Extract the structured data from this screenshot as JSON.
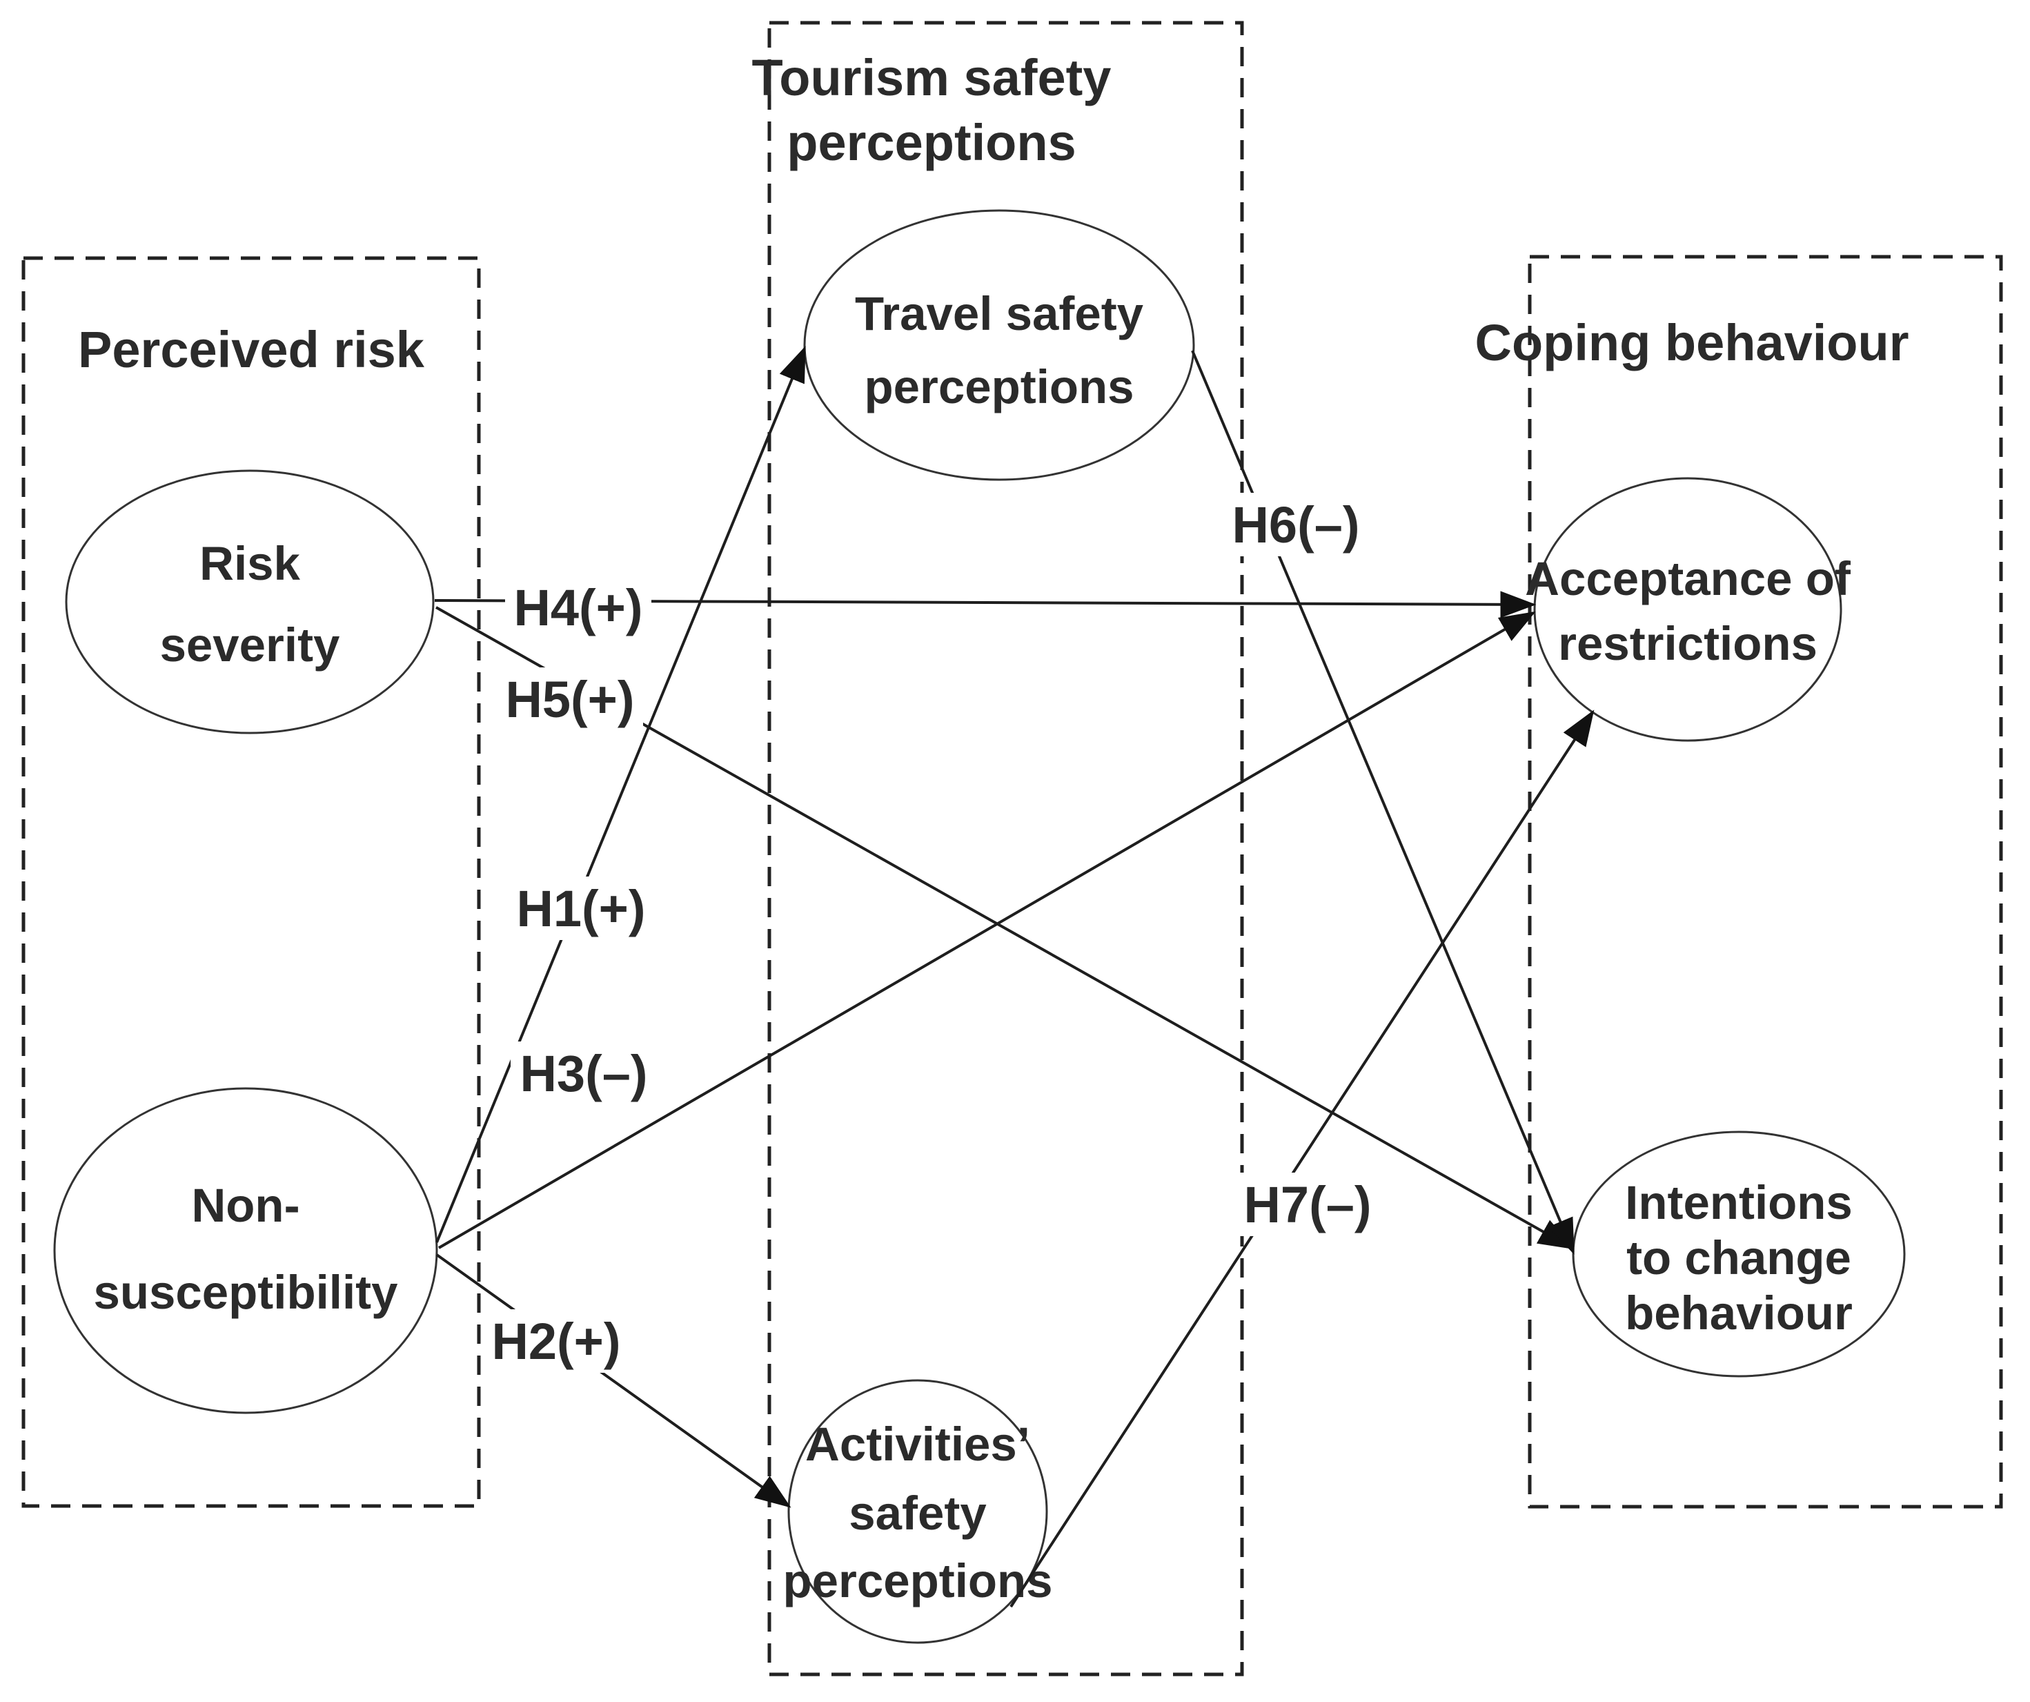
{
  "figure": {
    "type": "path-model-diagram",
    "background": "#ffffff",
    "line_color": "#1e1e1e",
    "text_color": "#2b2b2b"
  },
  "groups": [
    {
      "id": "perceived-risk",
      "title": "Perceived risk"
    },
    {
      "id": "tourism-safety",
      "title_line1": "Tourism safety",
      "title_line2": "perceptions"
    },
    {
      "id": "coping-behaviour",
      "title": "Coping behaviour"
    }
  ],
  "nodes": [
    {
      "id": "risk-severity",
      "group": "perceived-risk",
      "label_lines": [
        "Risk",
        "severity"
      ]
    },
    {
      "id": "non-susceptibility",
      "group": "perceived-risk",
      "label_lines": [
        "Non-",
        "susceptibility"
      ]
    },
    {
      "id": "travel-safety",
      "group": "tourism-safety",
      "label_lines": [
        "Travel safety",
        "perceptions"
      ]
    },
    {
      "id": "activities-safety",
      "group": "tourism-safety",
      "label_lines": [
        "Activities’",
        "safety",
        "perceptions"
      ]
    },
    {
      "id": "acceptance",
      "group": "coping-behaviour",
      "label_lines": [
        "Acceptance of",
        "restrictions"
      ]
    },
    {
      "id": "intentions",
      "group": "coping-behaviour",
      "label_lines": [
        "Intentions",
        "to change",
        "behaviour"
      ]
    }
  ],
  "hypotheses": [
    {
      "id": "H1",
      "label": "H1(+)",
      "from": "non-susceptibility",
      "to": "travel-safety",
      "sign": "+"
    },
    {
      "id": "H2",
      "label": "H2(+)",
      "from": "non-susceptibility",
      "to": "activities-safety",
      "sign": "+"
    },
    {
      "id": "H3",
      "label": "H3(–)",
      "from": "non-susceptibility",
      "to": "acceptance",
      "sign": "–"
    },
    {
      "id": "H4",
      "label": "H4(+)",
      "from": "risk-severity",
      "to": "acceptance",
      "sign": "+"
    },
    {
      "id": "H5",
      "label": "H5(+)",
      "from": "risk-severity",
      "to": "intentions",
      "sign": "+"
    },
    {
      "id": "H6",
      "label": "H6(–)",
      "from": "travel-safety",
      "to": "intentions",
      "sign": "–"
    },
    {
      "id": "H7",
      "label": "H7(–)",
      "from": "activities-safety",
      "to": "acceptance",
      "sign": "–"
    }
  ]
}
